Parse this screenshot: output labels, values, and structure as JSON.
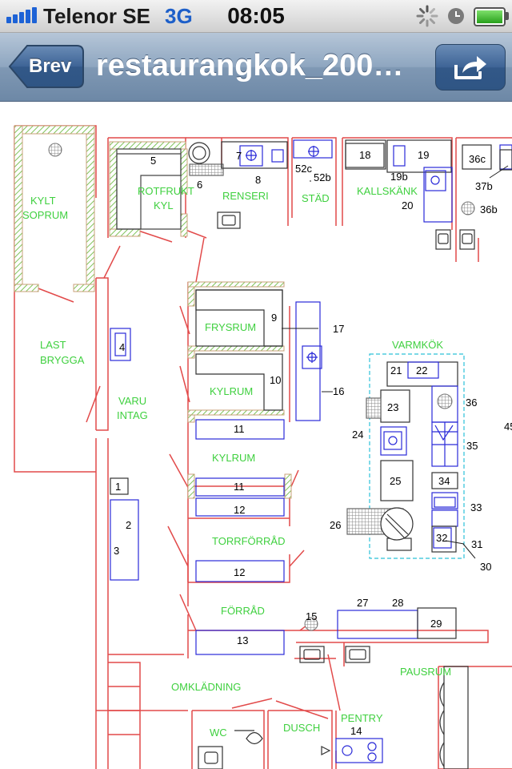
{
  "status_bar": {
    "carrier": "Telenor SE",
    "network": "3G",
    "time": "08:05",
    "icons": [
      "signal-bars-icon",
      "activity-spinner-icon",
      "alarm-clock-icon",
      "battery-icon"
    ],
    "battery_level": 1.0
  },
  "nav": {
    "back_label": "Brev",
    "title": "restaurangkok_200…",
    "action_icon": "share-icon"
  },
  "plan": {
    "rooms": {
      "kylt_1": "KYLT",
      "kylt_2": "SOPRUM",
      "rotfrukt_1": "ROTFRUKT",
      "rotfrukt_2": "KYL",
      "renseri": "RENSERI",
      "stad": "STÄD",
      "kallskank": "KALLSKÄNK",
      "last_1": "LAST",
      "last_2": "BRYGGA",
      "varu_1": "VARU",
      "varu_2": "INTAG",
      "frysrum": "FRYSRUM",
      "kylrum_a": "KYLRUM",
      "kylrum_b": "KYLRUM",
      "varmkok": "VARMKÖK",
      "torrforrad": "TORRFÖRRÅD",
      "forrad": "FÖRRÅD",
      "omkladning": "OMKLÄDNING",
      "pausrum": "PAUSRUM",
      "pentry": "PENTRY",
      "wc": "WC",
      "dusch": "DUSCH"
    },
    "numbers": {
      "n1": "1",
      "n2": "2",
      "n3": "3",
      "n4": "4",
      "n5": "5",
      "n6": "6",
      "n7": "7",
      "n8": "8",
      "n9": "9",
      "n10": "10",
      "n11a": "11",
      "n11b": "11",
      "n12a": "12",
      "n12b": "12",
      "n13": "13",
      "n14": "14",
      "n15": "15",
      "n16": "16",
      "n17": "17",
      "n18": "18",
      "n19": "19",
      "n19b": "19b",
      "n20": "20",
      "n21": "21",
      "n22": "22",
      "n23": "23",
      "n24": "24",
      "n25": "25",
      "n26": "26",
      "n27": "27",
      "n28": "28",
      "n29": "29",
      "n30": "30",
      "n31": "31",
      "n32": "32",
      "n33": "33",
      "n34": "34",
      "n35": "35",
      "n36": "36",
      "n36b": "36b",
      "n36c": "36c",
      "n37b": "37b",
      "n52b": "52b",
      "n52c": "52c",
      "n45": "45"
    }
  }
}
